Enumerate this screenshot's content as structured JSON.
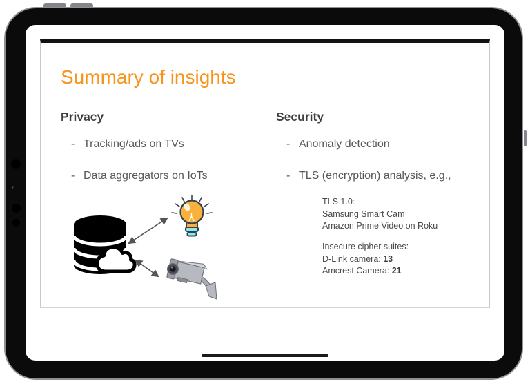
{
  "slide": {
    "title": "Summary of insights",
    "title_color": "#F7941E",
    "bullet_marker": "-",
    "columns": [
      {
        "heading": "Privacy",
        "bullets": [
          "Tracking/ads on TVs",
          "Data aggregators on IoTs"
        ]
      },
      {
        "heading": "Security",
        "bullets": [
          "Anomaly detection",
          "TLS (encryption) analysis, e.g.,"
        ],
        "sub_bullets": [
          {
            "line1": "TLS 1.0:",
            "line2": "Samsung Smart Cam",
            "line3": "Amazon Prime Video on Roku"
          },
          {
            "line1": "Insecure cipher suites:",
            "line2": "D-Link camera: ",
            "line2_bold": "13",
            "line3": "Amcrest Camera: ",
            "line3_bold": "21"
          }
        ]
      }
    ],
    "illustration": {
      "icons": [
        "database-icon",
        "cloud-icon",
        "lightbulb-icon",
        "cctv-camera-icon"
      ],
      "arrow_color": "#555555",
      "database_color": "#000000",
      "bulb_body_color": "#F9B13C",
      "bulb_base_color": "#8DEBEF",
      "camera_color": "#b6b9bf"
    }
  },
  "device": {
    "bezel_color": "#0b0b0c",
    "frame_edge_color": "#8e8e93",
    "bezel_mark": "\""
  }
}
